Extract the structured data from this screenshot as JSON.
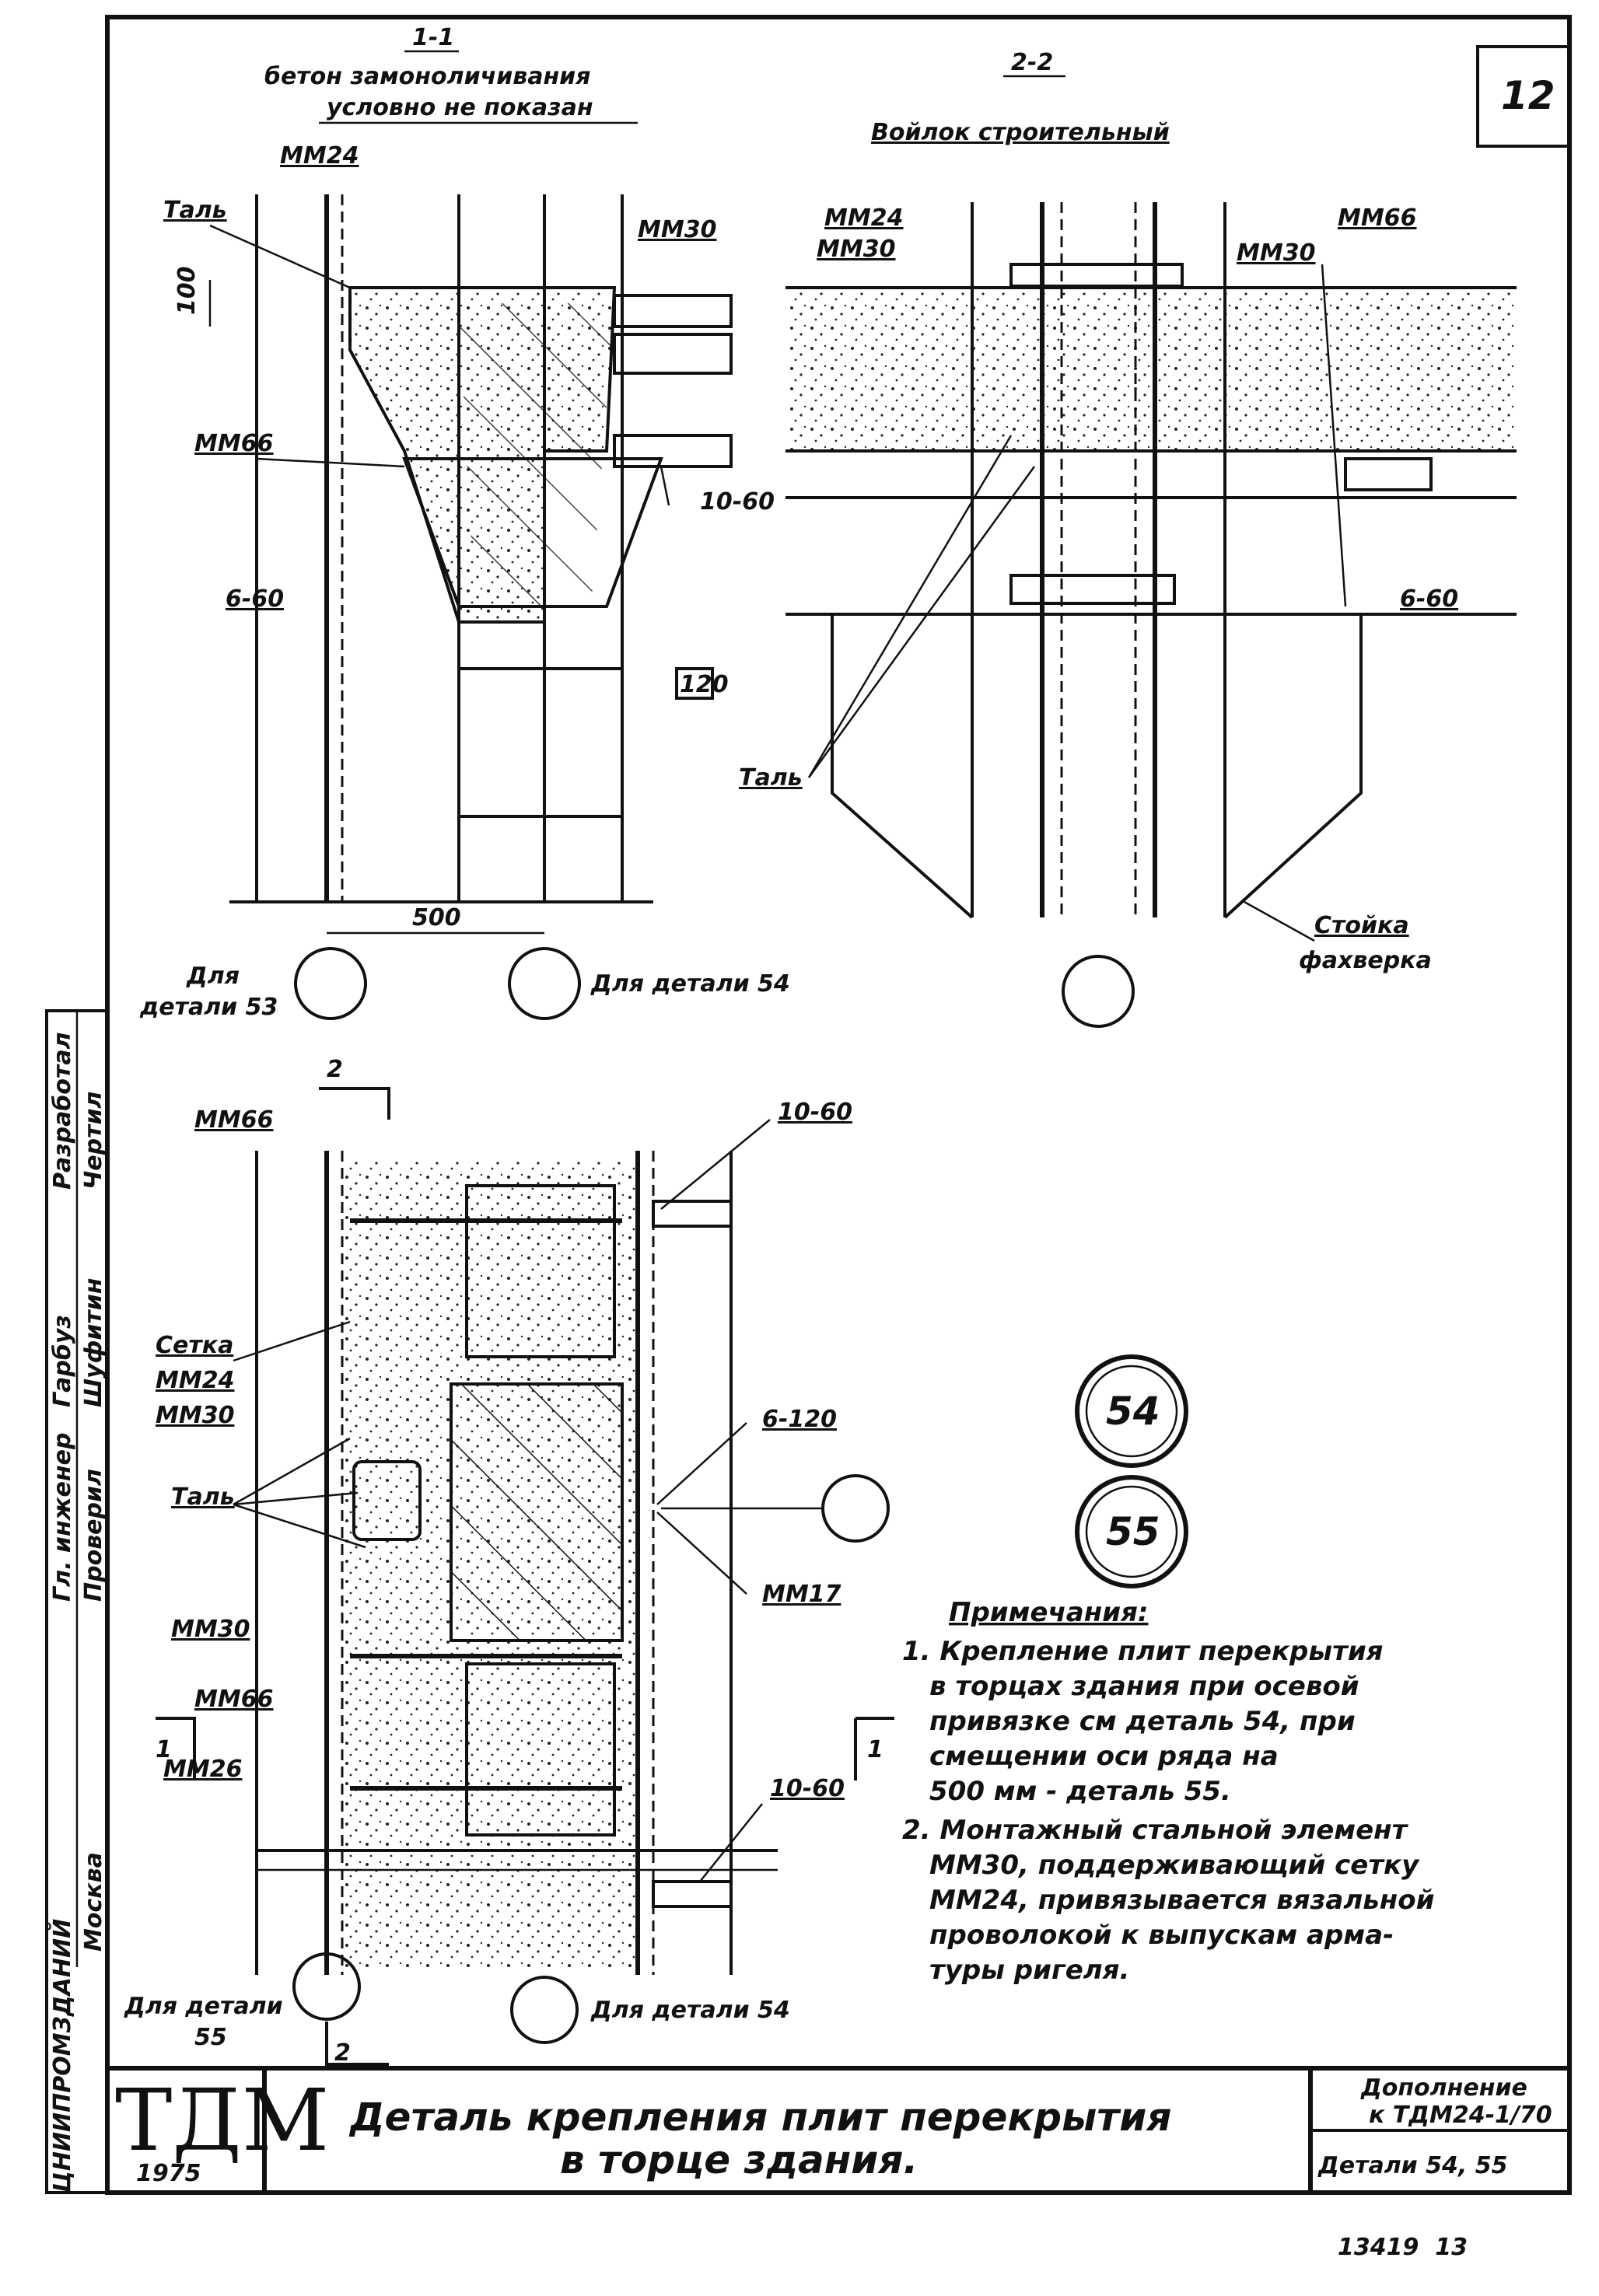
{
  "sheet_number": "12",
  "section_1": {
    "title": "1-1",
    "note_line1": "бетон замоноличивания",
    "note_line2": "условно не показан",
    "labels": [
      "ММ24",
      "Таль",
      "ММ30",
      "ММ66",
      "10-60",
      "6-60",
      "120"
    ],
    "dim_100": "100",
    "dim_500": "500",
    "for_detail_53_line1": "Для",
    "for_detail_53_line2": "детали 53",
    "for_detail_54": "Для детали 54"
  },
  "section_2": {
    "title": "2-2",
    "felt_label": "Войлок строительный",
    "labels": [
      "ММ24",
      "ММ30",
      "ММ30",
      "ММ66",
      "6-60",
      "Таль"
    ],
    "post_label_line1": "Стойка",
    "post_label_line2": "фахверка"
  },
  "plan": {
    "cut_mark": "2",
    "cut_mark_bottom": "2",
    "cut_left": "1",
    "cut_right": "1",
    "labels": [
      "ММ66",
      "10-60",
      "Сетка",
      "ММ24",
      "ММ30",
      "Таль",
      "6-120",
      "ММ17",
      "ММ30",
      "ММ66",
      "ММ26",
      "10-60"
    ],
    "for_detail_55_line1": "Для детали",
    "for_detail_55_line2": "55",
    "for_detail_54": "Для детали 54"
  },
  "detail_markers": [
    "54",
    "55"
  ],
  "notes": {
    "heading": "Примечания:",
    "items": [
      [
        "1. Крепление плит перекрытия",
        "в торцах здания при осевой",
        "привязке см деталь 54, при",
        "смещении оси ряда на",
        "500 мм - деталь 55."
      ],
      [
        "2. Монтажный стальной элемент",
        "ММ30, поддерживающий сетку",
        "ММ24, привязывается вязальной",
        "проволокой к выпускам арма-",
        "туры ригеля."
      ]
    ]
  },
  "title_block": {
    "logo": "ТДМ",
    "year": "1975",
    "title_line1": "Деталь крепления плит перекрытия",
    "title_line2": "в торце здания.",
    "ref_line1": "Дополнение",
    "ref_line2": "к ТДМ24-1/70",
    "details": "Детали 54, 55"
  },
  "side_stamp": {
    "col1": [
      "Гл. инженер",
      "Проверил"
    ],
    "col2": [
      "Гарбуз",
      "Шуфитин"
    ],
    "col3": [
      "Разработал",
      "Чертил"
    ],
    "org": [
      "ЦНИИПРОМЗДАНИЙ",
      "Москва"
    ]
  },
  "footer": "13419  13",
  "colors": {
    "ink": "#111111",
    "paper": "#ffffff"
  }
}
